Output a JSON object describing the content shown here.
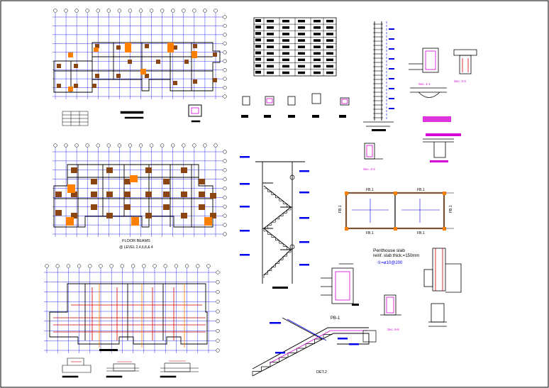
{
  "labels": {
    "floor_beams_title": "FLOOR BEAMS",
    "floor_beams_level": "@ LEVEL 2,4,6,8,& 4",
    "pb1_title": "PB-1",
    "det2_title": "DET.2",
    "penthouse_line1": "Penthouse slab",
    "penthouse_line2": "reinf. slab thick.=150mm",
    "penthouse_rebar": "①=ø10@200",
    "fb1_top_left": "FB.1",
    "fb1_top_right": "FB.1",
    "fb1_left": "FB.1",
    "fb1_right": "FB.1",
    "fb1_bottom_left": "FB.1",
    "fb1_bottom_right": "FB.1",
    "sec_11": "Sec. 1-1",
    "sec_33": "Sec. 3-3",
    "sec_22": "Sec. 2-2",
    "sec_66": "Sec. 6-6"
  },
  "colors": {
    "grid": "#0000ee",
    "line": "#000000",
    "hatch": "#8b4513",
    "accent": "#ff8000",
    "magenta": "#d400d4",
    "rebar": "#d40000"
  }
}
